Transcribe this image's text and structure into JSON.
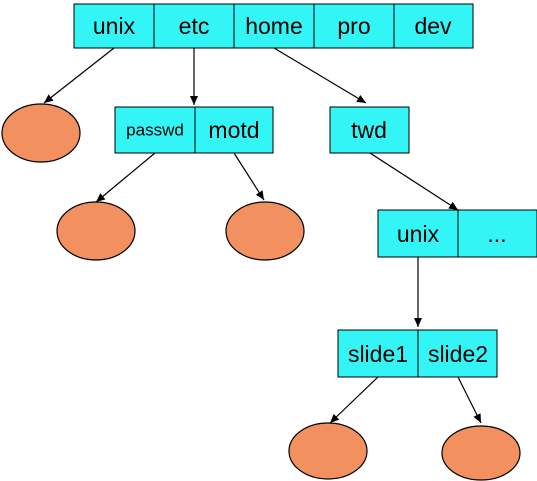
{
  "colors": {
    "cell_fill": "#33f5f5",
    "leaf_fill": "#f29060",
    "stroke": "#000000"
  },
  "root": {
    "cells": [
      "unix",
      "etc",
      "home",
      "pro",
      "dev"
    ]
  },
  "etc_dir": {
    "cells": [
      "passwd",
      "motd"
    ]
  },
  "home_dir": {
    "cells": [
      "twd"
    ]
  },
  "twd_dir": {
    "cells": [
      "unix",
      "..."
    ]
  },
  "unix_dir": {
    "cells": [
      "slide1",
      "slide2"
    ]
  }
}
